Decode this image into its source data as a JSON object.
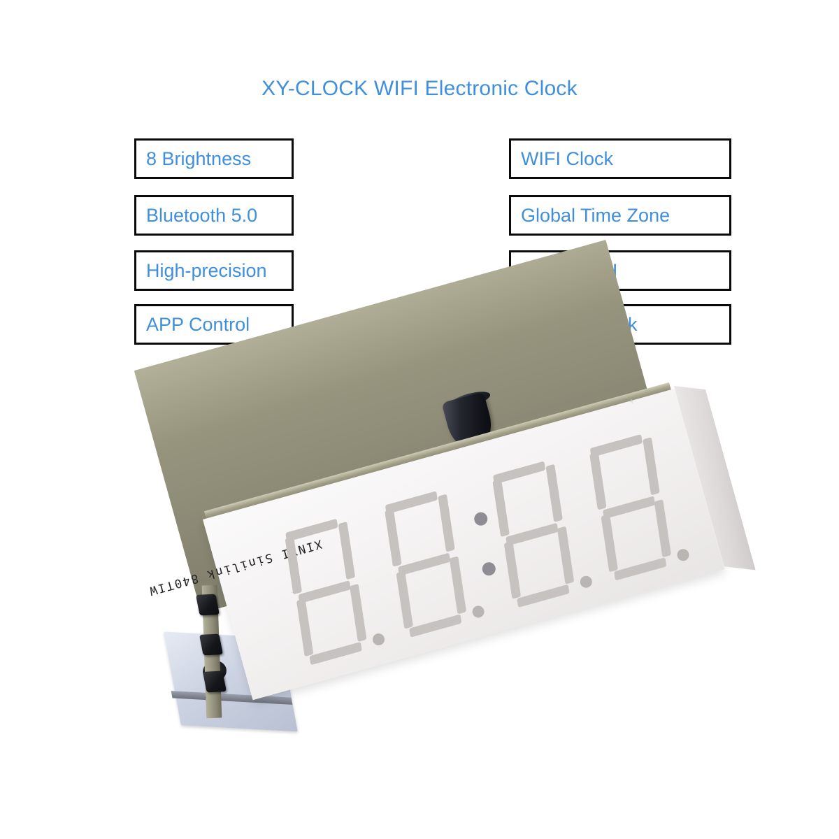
{
  "page": {
    "background_color": "#ffffff",
    "accent_color": "#3f8fdc",
    "border_color": "#0a0a0a"
  },
  "header": {
    "title": "XY-CLOCK WIFI Electronic Clock"
  },
  "features": {
    "left_column": [
      {
        "label": "8 Brightness"
      },
      {
        "label": "Bluetooth 5.0"
      },
      {
        "label": "High-precision"
      },
      {
        "label": "APP Control"
      }
    ],
    "right_column": [
      {
        "label": "WIFI Clock"
      },
      {
        "label": "Global Time Zone"
      },
      {
        "label": "12H or 24H"
      },
      {
        "label": "6 Alarm Clock"
      }
    ]
  },
  "product": {
    "name": "four-digit-seven-segment-wifi-clock-module",
    "silkscreen_text": "XINYI Sinilink 840TIW",
    "pcb_corner_mark": "nk",
    "face_mark": "+",
    "display": {
      "digit_count": 4,
      "digits": [
        "8",
        "8",
        "8",
        "8"
      ],
      "separator": ":",
      "decimal_points": 4,
      "segment_color": "#c6c2bf",
      "colon_color": "#8d8d93",
      "face_color": "#f6f4f4"
    },
    "buttons": {
      "count": 3,
      "color": "#16171b"
    },
    "components": {
      "buzzer_color": "#24262e",
      "crystal_color": "#b9bac0",
      "pcb_color": "#97947e",
      "base_pcb_color": "#ccd3e2"
    }
  }
}
